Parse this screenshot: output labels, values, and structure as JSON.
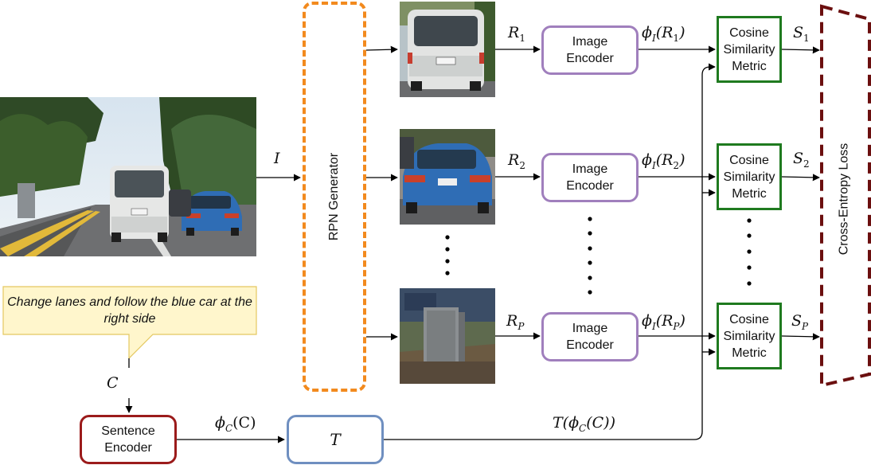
{
  "callout_text": "Change lanes and follow the blue car at the right side",
  "rpn_label": "RPN Generator",
  "loss_label": "Cross-Entropy Loss",
  "sentence_encoder": [
    "Sentence",
    "Encoder"
  ],
  "t_label": "T",
  "image_encoders": [
    {
      "lines": [
        "Image",
        "Encoder"
      ]
    },
    {
      "lines": [
        "Image",
        "Encoder"
      ]
    },
    {
      "lines": [
        "Image",
        "Encoder"
      ]
    }
  ],
  "cosine_metrics": [
    {
      "lines": [
        "Cosine",
        "Similarity",
        "Metric"
      ]
    },
    {
      "lines": [
        "Cosine",
        "Similarity",
        "Metric"
      ]
    },
    {
      "lines": [
        "Cosine",
        "Similarity",
        "Metric"
      ]
    }
  ],
  "math": {
    "I": "I",
    "C": "C",
    "phiC": {
      "func": "ϕ",
      "sub": "C",
      "arg": "(C)"
    },
    "tphi": "T(ϕ",
    "tphi_sub": "C",
    "tphi_tail": "(C))",
    "R": [
      {
        "base": "R",
        "sub": "1"
      },
      {
        "base": "R",
        "sub": "2"
      },
      {
        "base": "R",
        "sub": "P"
      }
    ],
    "phiI": [
      {
        "func": "ϕ",
        "sub": "I",
        "arg_open": "(R",
        "arg_sub": "1",
        "arg_close": ")"
      },
      {
        "func": "ϕ",
        "sub": "I",
        "arg_open": "(R",
        "arg_sub": "2",
        "arg_close": ")"
      },
      {
        "func": "ϕ",
        "sub": "I",
        "arg_open": "(R",
        "arg_sub": "P",
        "arg_close": ")"
      }
    ],
    "S": [
      {
        "base": "S",
        "sub": "1"
      },
      {
        "base": "S",
        "sub": "2"
      },
      {
        "base": "S",
        "sub": "P"
      }
    ]
  },
  "colors": {
    "rpn_border": "#f28a1e",
    "image_encoder_border": "#a07fbd",
    "cosine_border": "#1f7a1f",
    "sentence_encoder_border": "#9b1b1b",
    "t_border": "#6f8fc0",
    "loss_border": "#6b0f0f",
    "callout_fill": "#fff6cc",
    "callout_border": "#e4c860"
  }
}
